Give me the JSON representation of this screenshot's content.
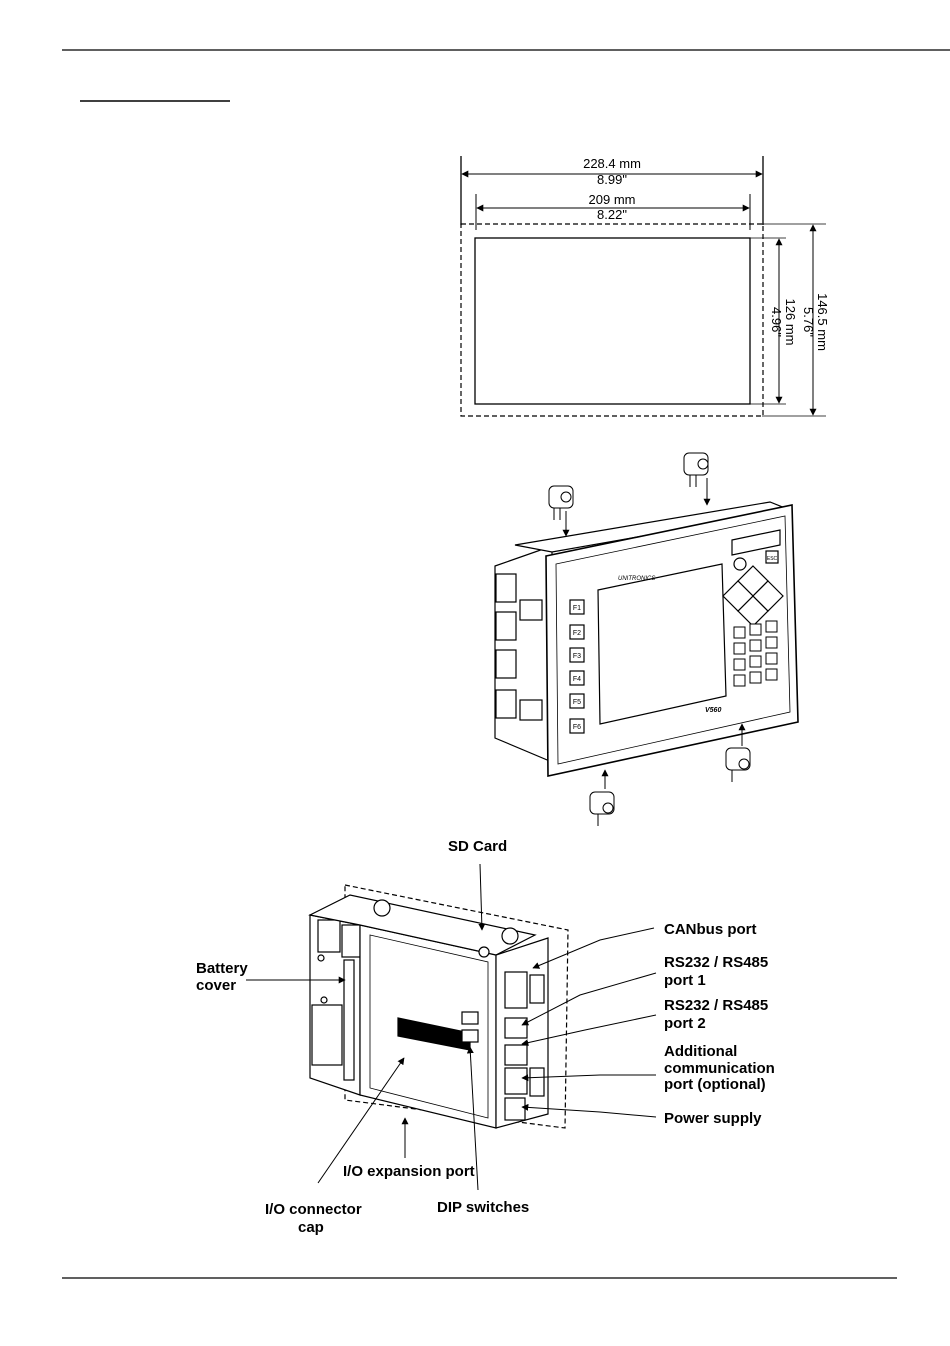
{
  "cutout": {
    "width_mm": "228.4 mm",
    "width_in": "8.99\"",
    "inner_width_mm": "209 mm",
    "inner_width_in": "8.22\"",
    "inner_height_mm": "126 mm",
    "inner_height_in": "4.96\"",
    "height_mm": "146.5 mm",
    "height_in": "5.76\""
  },
  "device": {
    "brand": "UNITRONICS",
    "model": "V560",
    "fkeys": [
      "F1",
      "F2",
      "F3",
      "F4",
      "F5",
      "F6"
    ],
    "esc": "ESC"
  },
  "callouts": {
    "sd_card": "SD Card",
    "canbus": "CANbus port",
    "rs1_a": "RS232 / RS485",
    "rs1_b": "port 1",
    "rs2_a": "RS232 / RS485",
    "rs2_b": "port 2",
    "add_a": "Additional",
    "add_b": "communication",
    "add_c": "port (optional)",
    "power": "Power supply",
    "battery_a": "Battery",
    "battery_b": "cover",
    "io_exp": "I/O expansion port",
    "io_cap_a": "I/O connector",
    "io_cap_b": "cap",
    "dip": "DIP switches"
  }
}
